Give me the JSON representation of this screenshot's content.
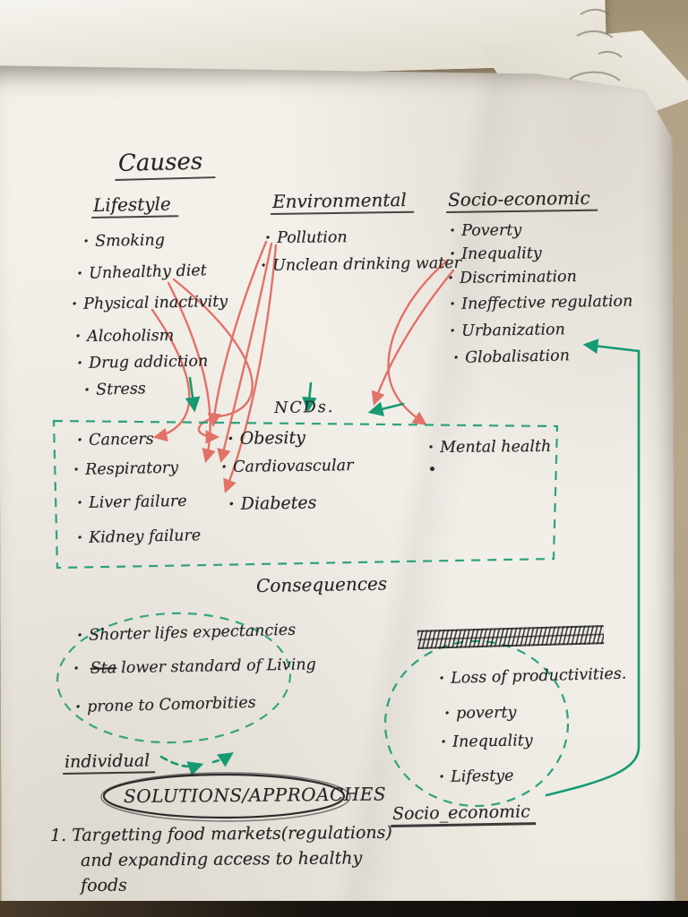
{
  "title": "Causes",
  "causes": {
    "columns": [
      {
        "heading": "Lifestyle",
        "items": [
          "Smoking",
          "Unhealthy diet",
          "Physical inactivity",
          "Alcoholism",
          "Drug addiction",
          "Stress"
        ]
      },
      {
        "heading": "Environmental",
        "items": [
          "Pollution",
          "Unclean drinking water"
        ]
      },
      {
        "heading": "Socio-economic",
        "items": [
          "Poverty",
          "Inequality",
          "Discrimination",
          "Ineffective regulation",
          "Urbanization",
          "Globalisation"
        ]
      }
    ]
  },
  "ncds": {
    "label": "NCDs.",
    "left": [
      "Cancers",
      "Respiratory",
      "Liver failure",
      "Kidney failure"
    ],
    "middle": [
      "Obesity",
      "Cardiovascular",
      "Diabetes"
    ],
    "right": [
      "Mental health"
    ]
  },
  "consequences": {
    "heading": "Consequences",
    "individual": {
      "label": "individual",
      "crossed_out": "Sta",
      "items": [
        "Shorter lifes expectancies",
        "lower standard of Living",
        "prone to Comorbities"
      ]
    },
    "socio": {
      "label": "Socio_economic",
      "items": [
        "Loss of productivities.",
        "poverty",
        "Inequality",
        "Lifestye"
      ]
    }
  },
  "solutions": {
    "heading": "SOLUTIONS/APPROACHES",
    "lines": [
      "1. Targetting food markets(regulations)",
      "and expanding access to healthy",
      "foods"
    ]
  },
  "colors": {
    "ink": "#262626",
    "red_marker": "#e0574c",
    "green_marker": "#169a72",
    "paper": "#f2efe9",
    "wall": "#b6a68b"
  }
}
